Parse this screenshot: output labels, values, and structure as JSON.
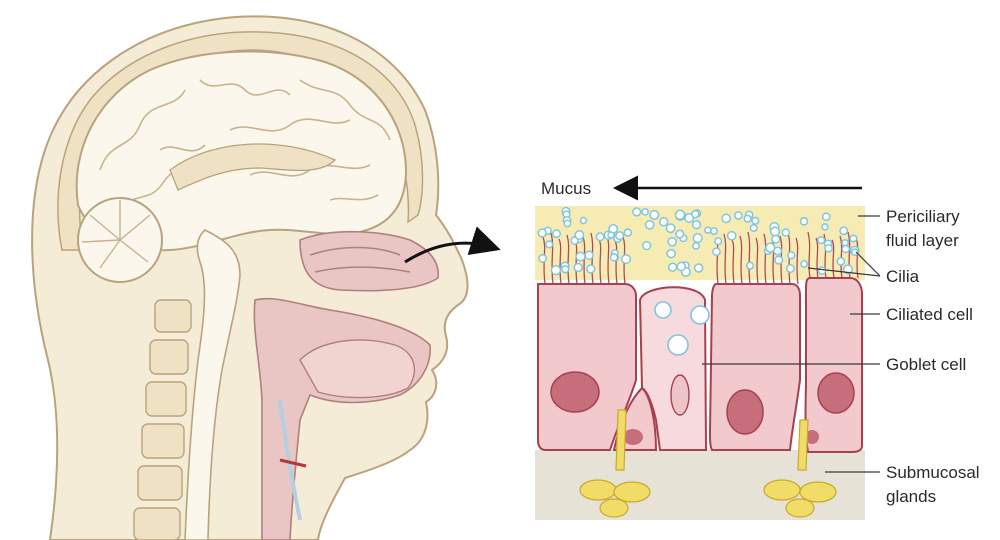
{
  "diagram": {
    "flow_label": "Mucus",
    "labels": {
      "periciliary_line1": "Periciliary",
      "periciliary_line2": "fluid layer",
      "cilia": "Cilia",
      "ciliated_cell": "Ciliated cell",
      "goblet_cell": "Goblet cell",
      "submucosal_line1": "Submucosal",
      "submucosal_line2": "glands"
    },
    "colors": {
      "skin": "#f4ecd6",
      "outline": "#b9a37c",
      "brain": "#fbf7ec",
      "airway": "#e9c6c3",
      "cell": "#f2c9cd",
      "cell_outline": "#a8404f",
      "nucleus": "#c66e7b",
      "mucus_layer": "#f7ebb4",
      "mucus_droplet": "#7fc6dd",
      "gland": "#f1dc68",
      "submucosa": "#e6e2d6"
    }
  }
}
